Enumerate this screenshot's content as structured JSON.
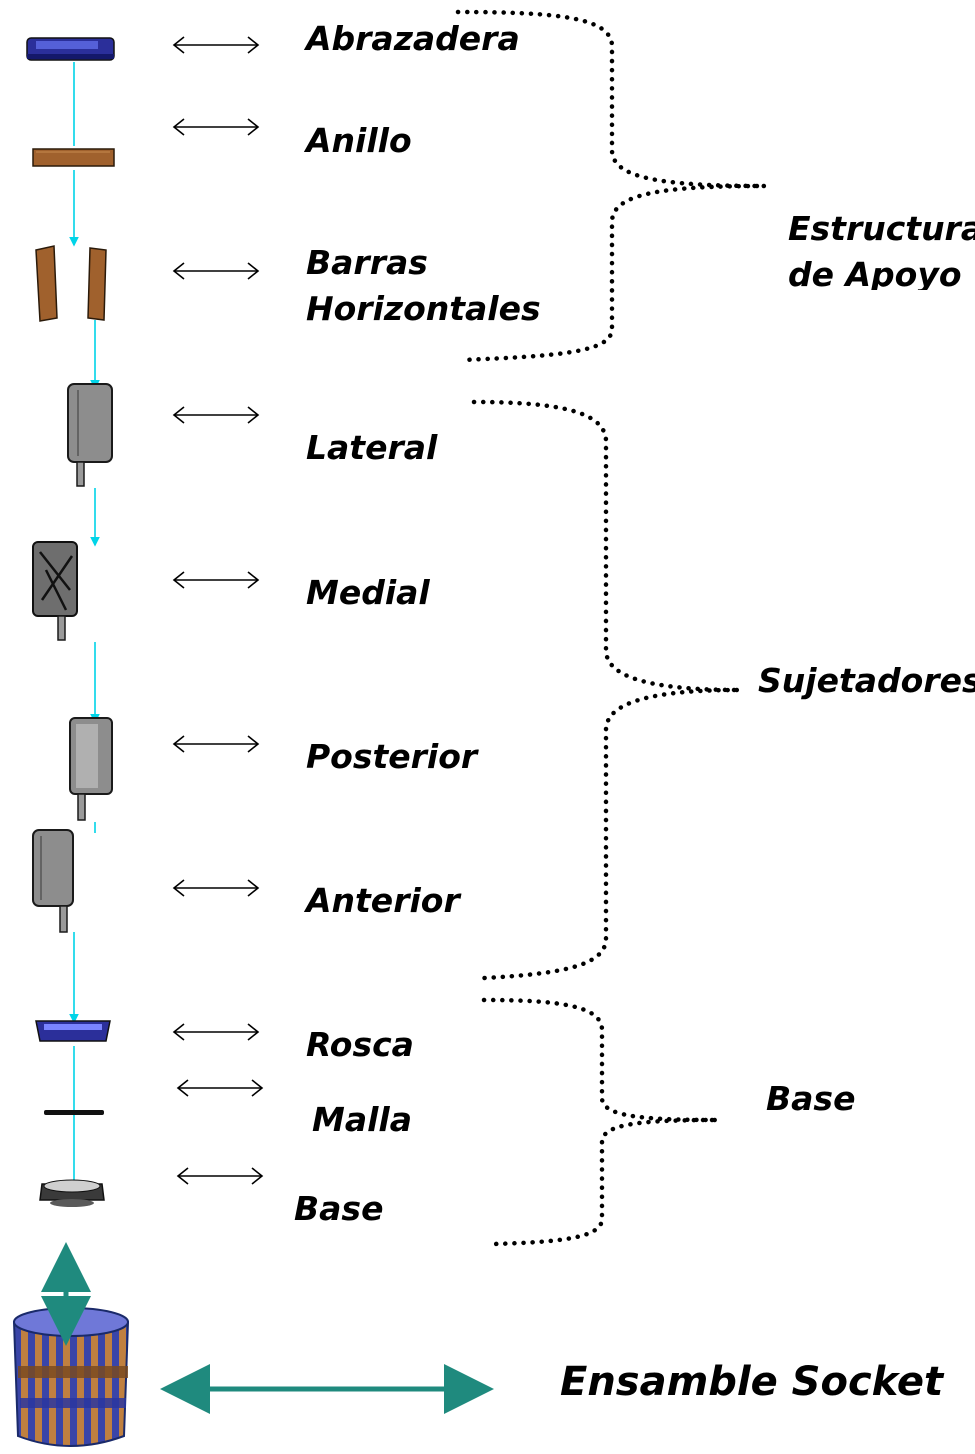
{
  "parts": [
    {
      "label": "Abrazadera"
    },
    {
      "label": "Anillo"
    },
    {
      "label": "Barras"
    },
    {
      "label": "Horizontales"
    },
    {
      "label": "Lateral"
    },
    {
      "label": "Medial"
    },
    {
      "label": "Posterior"
    },
    {
      "label": "Anterior"
    },
    {
      "label": "Rosca"
    },
    {
      "label": "Malla"
    },
    {
      "label": "Base"
    }
  ],
  "groups": {
    "estructura_line1": "Estructura",
    "estructura_line2": "de Apoyo",
    "sujetadores": "Sujetadores",
    "base": "Base"
  },
  "assembly": {
    "label": "Ensamble Socket"
  },
  "colors": {
    "leader": "#00d4e8",
    "assembly_arrow": "#1f8a7e",
    "wood": "#a0612d",
    "clamp_blue": "#2b2f9a",
    "gray_part": "#8d8d8d"
  }
}
